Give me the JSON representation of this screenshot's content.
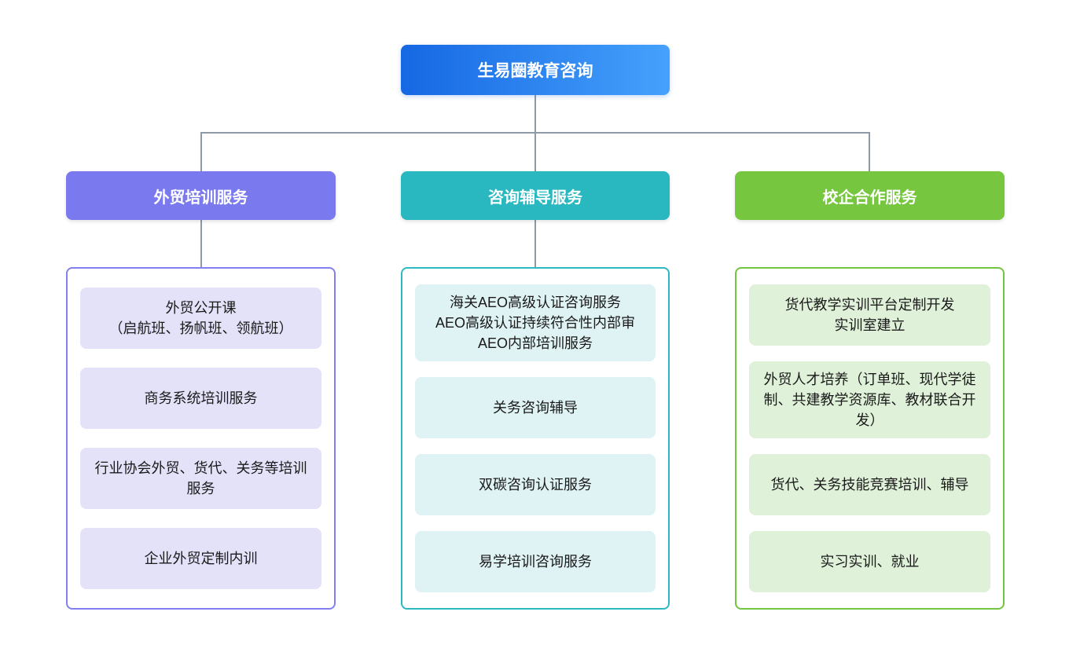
{
  "root": {
    "label": "生易圈教育咨询"
  },
  "branches": [
    {
      "label": "外贸培训服务",
      "items": [
        "外贸公开课\n（启航班、扬帆班、领航班）",
        "商务系统培训服务",
        "行业协会外贸、货代、关务等培训服务",
        "企业外贸定制内训"
      ],
      "colors": {
        "header_bg": "#7a7aee",
        "container_border": "#8280f0",
        "item_bg": "#e4e2f9"
      }
    },
    {
      "label": "咨询辅导服务",
      "items": [
        "海关AEO高级认证咨询服务\nAEO高级认证持续符合性内部审\nAEO内部培训服务",
        "关务咨询辅导",
        "双碳咨询认证服务",
        "易学培训咨询服务"
      ],
      "colors": {
        "header_bg": "#29b8bf",
        "container_border": "#2bbac2",
        "item_bg": "#dff2f4"
      }
    },
    {
      "label": "校企合作服务",
      "items": [
        "货代教学实训平台定制开发\n实训室建立",
        "外贸人才培养（订单班、现代学徒制、共建教学资源库、教材联合开发）",
        "货代、关务技能竞赛培训、辅导",
        "实习实训、就业"
      ],
      "colors": {
        "header_bg": "#76c640",
        "container_border": "#72c443",
        "item_bg": "#dff1d9"
      }
    }
  ],
  "colors": {
    "root_gradient_start": "#1668e3",
    "root_gradient_end": "#45a1fc",
    "connector": "#8d99a6",
    "background": "#ffffff",
    "item_text": "#1a1a1a"
  }
}
